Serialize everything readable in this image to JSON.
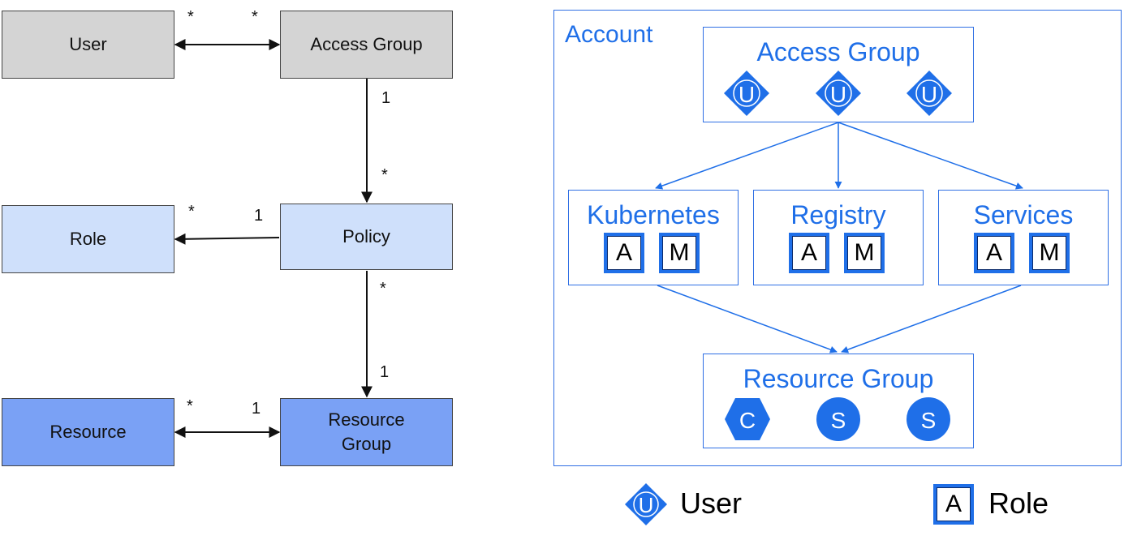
{
  "model": {
    "user": "User",
    "access_group": "Access Group",
    "role": "Role",
    "policy": "Policy",
    "resource": "Resource",
    "resource_group_line1": "Resource",
    "resource_group_line2": "Group",
    "multiplicities": {
      "user_side": "*",
      "access_group_side": "*",
      "access_group_to_policy_top": "1",
      "access_group_to_policy_bottom": "*",
      "role_side": "*",
      "policy_role_side": "1",
      "policy_to_rg_top": "*",
      "policy_to_rg_bottom": "1",
      "resource_side": "*",
      "rg_resource_side": "1"
    }
  },
  "account_view": {
    "account_label": "Account",
    "access_group": {
      "title": "Access Group",
      "members": [
        "U",
        "U",
        "U"
      ]
    },
    "policies": [
      {
        "title": "Kubernetes",
        "roles": [
          "A",
          "M"
        ]
      },
      {
        "title": "Registry",
        "roles": [
          "A",
          "M"
        ]
      },
      {
        "title": "Services",
        "roles": [
          "A",
          "M"
        ]
      }
    ],
    "resource_group": {
      "title": "Resource Group",
      "resources": [
        {
          "shape": "hexagon",
          "label": "C"
        },
        {
          "shape": "circle",
          "label": "S"
        },
        {
          "shape": "circle",
          "label": "S"
        }
      ]
    }
  },
  "legend": {
    "user_icon_label": "U",
    "user_text": "User",
    "role_icon_label": "A",
    "role_text": "Role"
  },
  "colors": {
    "accent_blue": "#1f6fe8",
    "gray_box": "#d4d4d4",
    "light_blue_box": "#cfe0fb",
    "mid_blue_box": "#7aa1f5"
  }
}
